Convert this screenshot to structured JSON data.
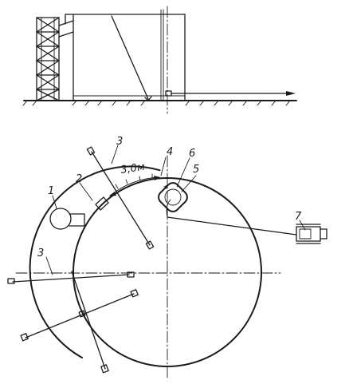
{
  "labels": {
    "one": "1",
    "two": "2",
    "three_top": "3",
    "three_left": "3",
    "four": "4",
    "five": "5",
    "six": "6",
    "seven": "7",
    "dimension": "3,0м"
  }
}
